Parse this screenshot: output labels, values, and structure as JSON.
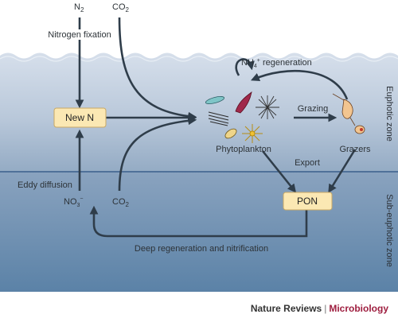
{
  "labels": {
    "n2": "N",
    "n2_sub": "2",
    "co2_top": "CO",
    "co2_top_sub": "2",
    "nitrogen_fixation": "Nitrogen fixation",
    "nh4_regeneration": "NH",
    "nh4_sub": "4",
    "nh4_sup": "+",
    "nh4_rest": " regeneration",
    "new_n": "New N",
    "grazing": "Grazing",
    "phytoplankton": "Phytoplankton",
    "grazers": "Grazers",
    "export": "Export",
    "eddy_diffusion": "Eddy diffusion",
    "no3": "NO",
    "no3_sub": "3",
    "no3_sup": "−",
    "co2_bottom": "CO",
    "co2_bottom_sub": "2",
    "pon": "PON",
    "deep_regeneration": "Deep regeneration and nitrification",
    "euphotic_zone": "Euphotic zone",
    "sub_euphotic_zone": "Sub-euphotic zone"
  },
  "footer": {
    "publisher": "Nature Reviews",
    "separator": "|",
    "journal": "Microbiology"
  },
  "colors": {
    "water_top": "#d3ddea",
    "water_mid": "#9fb4ca",
    "water_deep": "#5f84a8",
    "box_fill": "#fbe8b3",
    "arrow": "#2f3d4a",
    "boundary_line": "#3a5f8c",
    "journal_accent": "#9e1e3f"
  }
}
